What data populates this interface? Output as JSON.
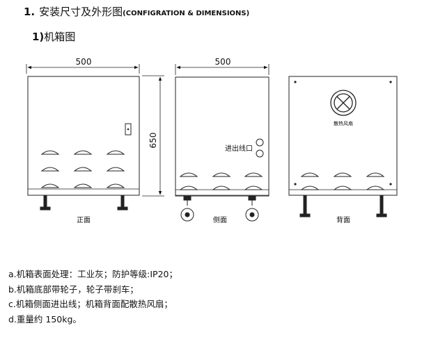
{
  "heading": {
    "number": "1.",
    "title_cn": "安装尺寸及外形图",
    "title_en": "(CONFIGRATION & DIMENSIONS)"
  },
  "subsection": {
    "index": "1)",
    "title": "机箱图"
  },
  "views": {
    "front": {
      "label": "正面",
      "width_dim": "500",
      "height_dim": "650"
    },
    "side": {
      "label": "侧面",
      "width_dim": "500",
      "inlet_label": "进出线口"
    },
    "back": {
      "label": "背面",
      "fan_label": "散热风扇"
    }
  },
  "notes": [
    "a.机箱表面处理：工业灰；防护等级:IP20；",
    "b.机箱底部带轮子，轮子带刹车；",
    "c.机箱侧面进出线；机箱背面配散热风扇；",
    "d.重量约 150kg。"
  ]
}
